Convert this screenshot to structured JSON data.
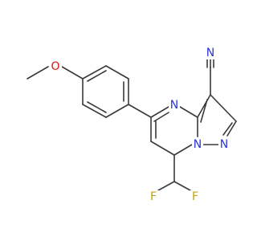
{
  "atoms": {
    "n_nitrile": "N",
    "n_pyrimidine": "N",
    "n_bridge": "N",
    "n_pyrazole": "N",
    "o_methoxy": "O",
    "f_left": "F",
    "f_right": "F"
  },
  "colors": {
    "bond": "#3a3a3a",
    "nitrogen": "#2a35d8",
    "oxygen": "#e0140f",
    "fluorine": "#c7a100"
  }
}
